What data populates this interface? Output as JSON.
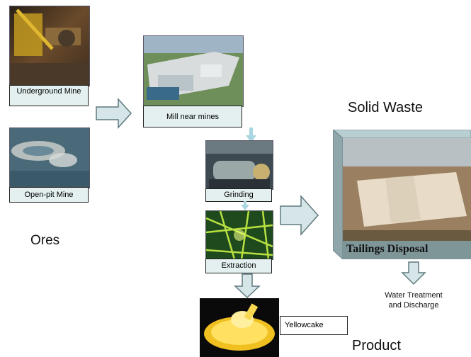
{
  "ores": {
    "label": "Ores",
    "underground": {
      "caption": "Underground Mine"
    },
    "openpit": {
      "caption": "Open-pit Mine"
    }
  },
  "mill": {
    "caption": "Mill near mines"
  },
  "grinding": {
    "caption": "Grinding"
  },
  "extraction": {
    "caption": "Extraction"
  },
  "solid_waste": {
    "title": "Solid Waste",
    "tailings_caption": "Tailings Disposal"
  },
  "water": {
    "label_line1": "Water Treatment",
    "label_line2": "and Discharge"
  },
  "product": {
    "title": "Product",
    "yellowcake_caption": "Yellowcake"
  },
  "colors": {
    "arrow_fill": "#d6e6e8",
    "arrow_stroke": "#5f7a7e",
    "light_arrow": "#a9d6e0",
    "caption_bg": "#e4f0f0"
  }
}
